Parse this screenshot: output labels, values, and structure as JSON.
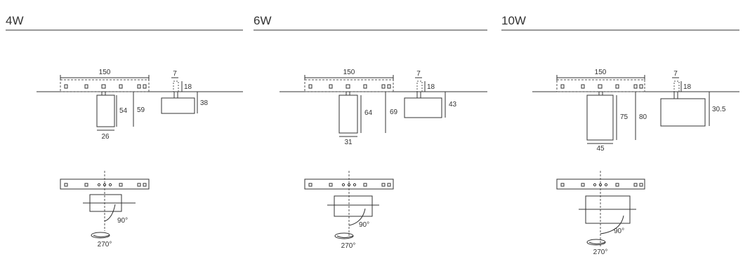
{
  "panels": [
    {
      "title": "4W",
      "dims": {
        "length": "150",
        "head_width": "26",
        "head_height": "54",
        "total_height": "59",
        "stem": "7",
        "stem_h": "18",
        "side_height": "38"
      },
      "rotation": {
        "tilt": "90°",
        "spin": "270°"
      }
    },
    {
      "title": "6W",
      "dims": {
        "length": "150",
        "head_width": "31",
        "head_height": "64",
        "total_height": "69",
        "stem": "7",
        "stem_h": "18",
        "side_height": "43"
      },
      "rotation": {
        "tilt": "90°",
        "spin": "270°"
      }
    },
    {
      "title": "10W",
      "dims": {
        "length": "150",
        "head_width": "45",
        "head_height": "75",
        "total_height": "80",
        "stem": "7",
        "stem_h": "18",
        "side_height": "30.5"
      },
      "rotation": {
        "tilt": "90°",
        "spin": "270°"
      }
    }
  ],
  "colors": {
    "line": "#333333",
    "dash": "#555555"
  }
}
